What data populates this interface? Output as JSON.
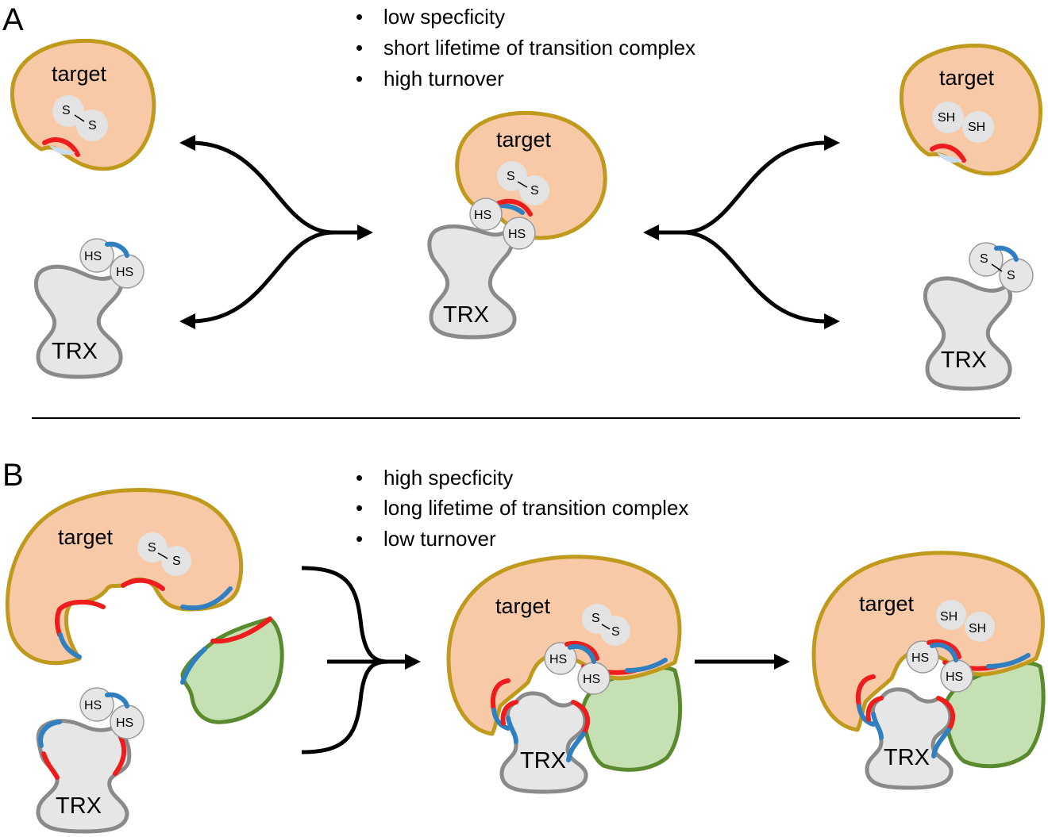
{
  "panel_a": {
    "letter": "A",
    "bullets": [
      "low specficity",
      "short lifetime of transition complex",
      "high turnover"
    ]
  },
  "panel_b": {
    "letter": "B",
    "bullets": [
      "high specficity",
      "long lifetime of transition complex",
      "low turnover"
    ]
  },
  "labels": {
    "target": "target",
    "trx": "TRX",
    "hs": "HS",
    "sh": "SH",
    "s": "S"
  },
  "colors": {
    "target_fill": "#f7c9a6",
    "target_outline": "#c09a1c",
    "trx_fill": "#e6e6e6",
    "trx_outline": "#8a8a8a",
    "partner_fill": "#c5e0b3",
    "partner_outline": "#5a8a2e",
    "interface_red": "#ee1c1c",
    "interface_blue": "#2f7fc1"
  }
}
